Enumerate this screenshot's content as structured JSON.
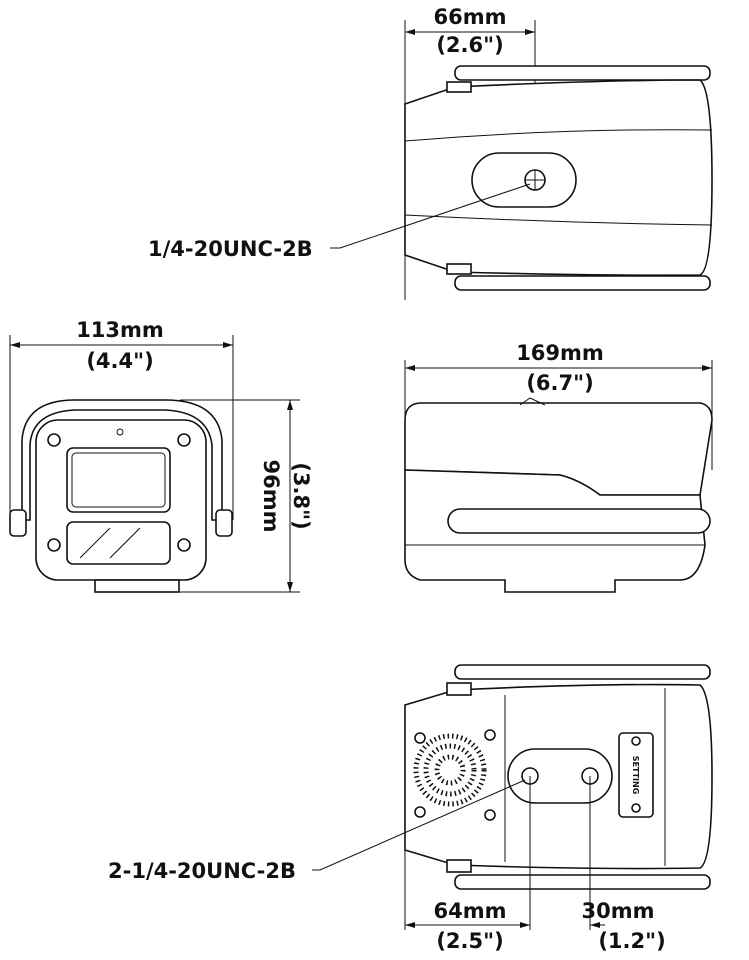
{
  "top_view": {
    "width_mm": "66mm",
    "width_in": "(2.6\")",
    "thread_label": "1/4-20UNC-2B"
  },
  "front_view": {
    "width_mm": "113mm",
    "width_in": "(4.4\")",
    "height_mm": "96mm",
    "height_in": "(3.8\")"
  },
  "side_view": {
    "length_mm": "169mm",
    "length_in": "(6.7\")"
  },
  "bottom_view": {
    "thread_label": "2-1/4-20UNC-2B",
    "offset1_mm": "64mm",
    "offset1_in": "(2.5\")",
    "offset2_mm": "30mm",
    "offset2_in": "(1.2\")",
    "panel_label": "SETTING"
  }
}
